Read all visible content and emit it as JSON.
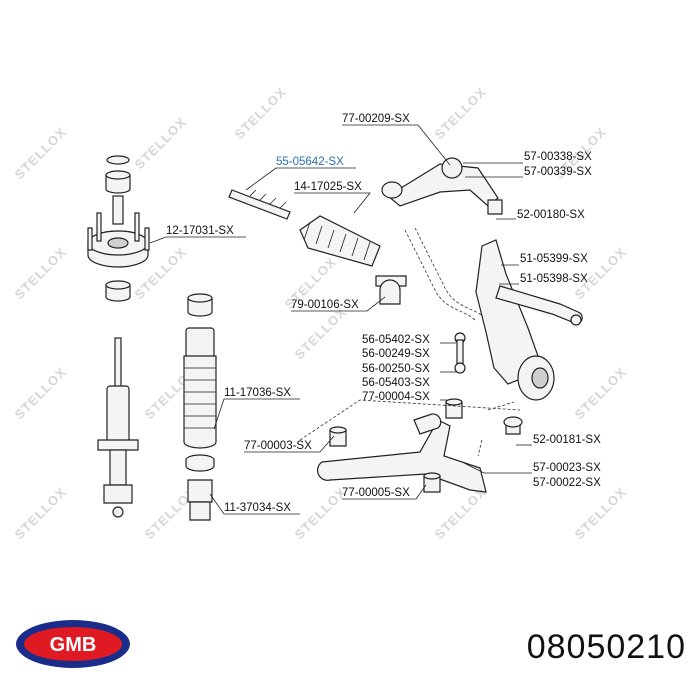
{
  "diagram": {
    "labels": [
      "77-00209-SX",
      "57-00338-SX",
      "57-00339-SX",
      "55-05642-SX",
      "14-17025-SX",
      "52-00180-SX",
      "12-17031-SX",
      "51-05399-SX",
      "51-05398-SX",
      "79-00106-SX",
      "56-05402-SX",
      "56-00249-SX",
      "56-00250-SX",
      "56-05403-SX",
      "77-00004-SX",
      "11-17036-SX",
      "52-00181-SX",
      "77-00003-SX",
      "57-00023-SX",
      "57-00022-SX",
      "77-00005-SX",
      "11-37034-SX"
    ],
    "highlighted_label": "55-05642-SX",
    "watermark": "STELLOX",
    "highlight_color": "#2a6fb0"
  },
  "footer": {
    "brand_logo_text": "GMB",
    "part_number": "08050210"
  }
}
